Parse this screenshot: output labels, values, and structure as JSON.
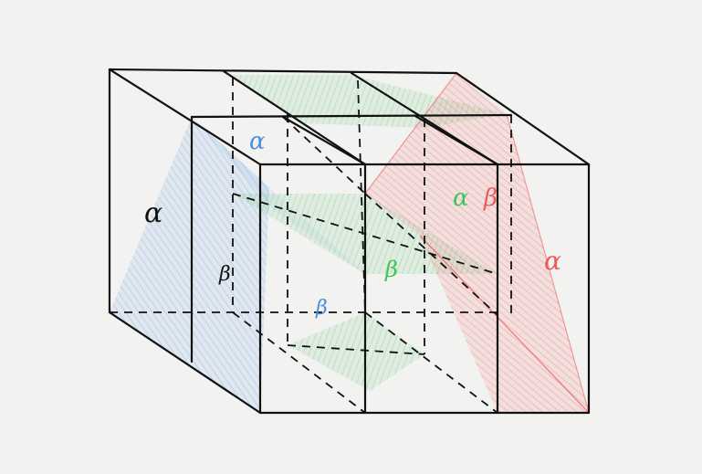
{
  "labels": {
    "left_face_alpha": "α",
    "blue_top_alpha": "α",
    "left_beta": "β",
    "blue_bottom_beta": "β",
    "green_alpha": "α",
    "red_beta": "β",
    "green_beta": "β",
    "right_alpha": "α"
  },
  "colors": {
    "background": "#f2f2f0",
    "line": "#111111",
    "blue_plane": "#4a8fe0",
    "green_plane": "#43c15a",
    "red_plane": "#ee5a5a",
    "black_label": "#111111"
  }
}
